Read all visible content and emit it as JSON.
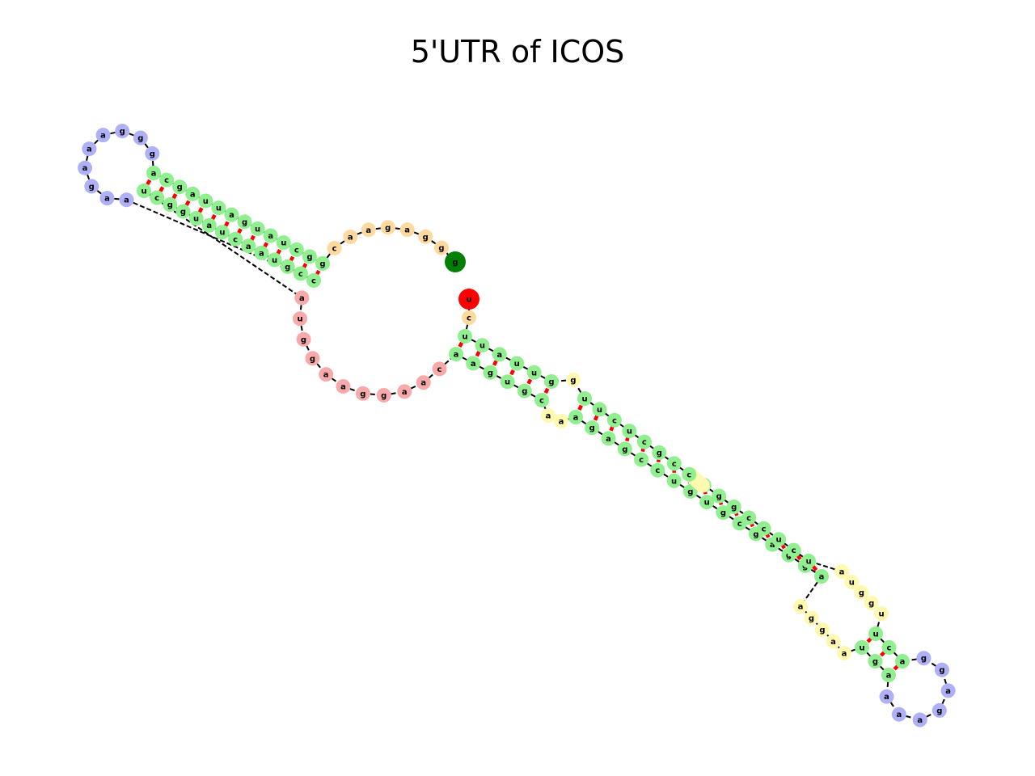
{
  "title": "5'UTR of ICOS",
  "colors": {
    "backbone": "#000000",
    "pair_bond": "#ff0000",
    "stem": "#90f090",
    "hairpin_loop": "#b0b0f8",
    "interior_loop": "#fffab0",
    "multiloop": "#f8aaaa",
    "exterior": "#ffdaa0",
    "five_prime_end": "#008000",
    "three_prime_end": "#ff0000",
    "label": "#000000"
  },
  "structure": {
    "five_prime_label": "g",
    "three_prime_label": "u",
    "exterior_5p": [
      "g",
      "g",
      "a",
      "g",
      "a",
      "a",
      "c"
    ],
    "multiloop_segment": [
      "a",
      "u",
      "g",
      "g",
      "a",
      "a",
      "g",
      "g",
      "a",
      "a",
      "c"
    ],
    "exterior_3p": [
      "c"
    ],
    "stem1": {
      "strand_5p": [
        "g",
        "g",
        "c",
        "u",
        "a",
        "u",
        "g",
        "a",
        "u",
        "u",
        "a",
        "g",
        "c",
        "a"
      ],
      "strand_3p": [
        "c",
        "c",
        "g",
        "u",
        "a",
        "a",
        "c",
        "u",
        "a",
        "u",
        "g",
        "g",
        "c",
        "u"
      ],
      "hairpin_loop": [
        "g",
        "g",
        "g",
        "a",
        "a",
        "a",
        "g",
        "a",
        "a"
      ]
    },
    "stem2": {
      "strand_5p": [
        "a",
        "a",
        "g",
        "u",
        "g",
        "c"
      ],
      "strand_3p": [
        "g",
        "u",
        "u",
        "a",
        "u",
        "u"
      ],
      "bulge_5p": [
        "a",
        "a"
      ],
      "bulge_3p": [
        "g"
      ],
      "after_bulge_5p": [
        "a",
        "g",
        "a",
        "g",
        "c",
        "c",
        "u",
        "g",
        "u",
        "g",
        "c",
        "g",
        "a",
        "g",
        "g",
        "a"
      ],
      "after_bulge_3p": [
        "u",
        "c",
        "u",
        "c",
        "c",
        "g",
        "g",
        "a",
        "c",
        "c",
        "g",
        "c",
        "u",
        "c",
        "u",
        "u"
      ],
      "interior_loop_5p": [
        "a",
        "g",
        "g",
        "a",
        "a"
      ],
      "interior_loop_3p": [
        "u",
        "g",
        "g",
        "u",
        "a"
      ],
      "terminal_5p": [
        "u",
        "g",
        "a"
      ],
      "terminal_3p": [
        "a",
        "c",
        "u"
      ],
      "terminal_hairpin_loop": [
        "a",
        "a",
        "a",
        "g",
        "a",
        "g",
        "g"
      ],
      "side_loop": [
        "u",
        "g",
        "a",
        "g",
        "u",
        "a",
        "g",
        "g",
        "u",
        "a",
        "a",
        "u",
        "u",
        "a",
        "a"
      ]
    }
  }
}
